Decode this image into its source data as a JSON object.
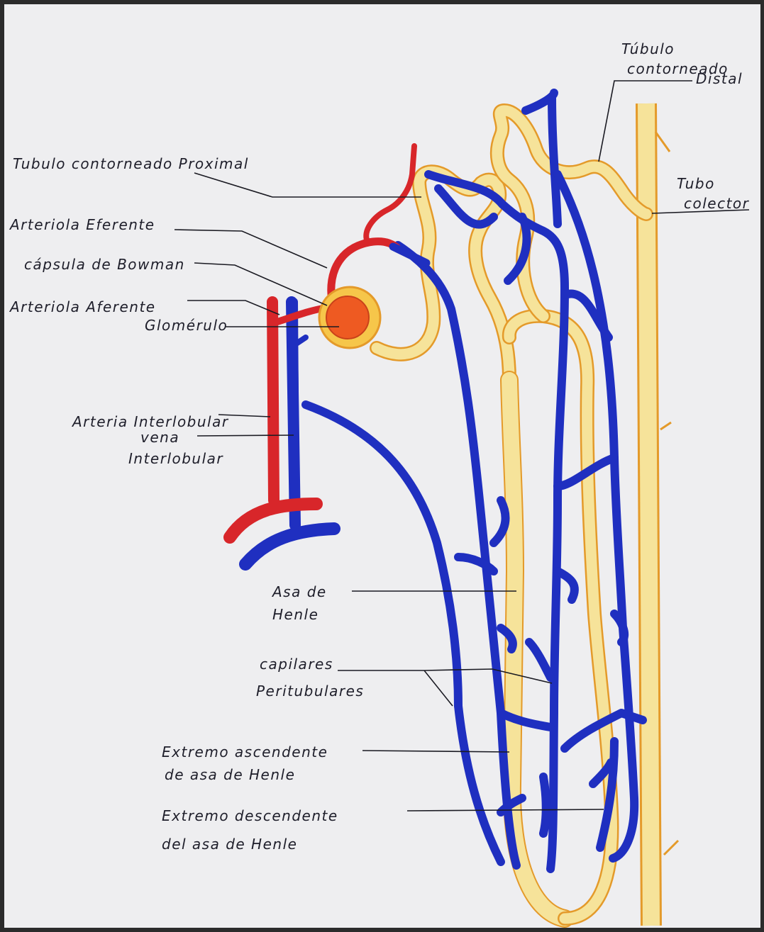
{
  "labels": {
    "tubulo_distal": [
      "Túbulo",
      "contorneado",
      "Distal"
    ],
    "tubulo_proximal": "Tubulo contorneado Proximal",
    "arteriola_eferente": "Arteriola Eferente",
    "capsula_bowman": "cápsula de Bowman",
    "arteriola_aferente": "Arteriola Aferente",
    "glomerulo": "Glomérulo",
    "tubo_colector": [
      "Tubo",
      "colector"
    ],
    "arteria_interlobular": "Arteria Interlobular",
    "vena_interlobular": [
      "vena",
      "Interlobular"
    ],
    "asa_henle": [
      "Asa de",
      "Henle"
    ],
    "capilares": [
      "capilares",
      "Peritubulares"
    ],
    "extremo_ascendente": [
      "Extremo ascendente",
      "de asa de Henle"
    ],
    "extremo_descendente": [
      "Extremo descendente",
      "del asa de Henle"
    ]
  },
  "colors": {
    "paper": "#eeeef0",
    "vein": "#1f2fc0",
    "artery": "#d8262a",
    "tubule_fill": "#f6e39a",
    "tubule_edge": "#e49a2a",
    "glomerulus": "#ee5a22"
  }
}
